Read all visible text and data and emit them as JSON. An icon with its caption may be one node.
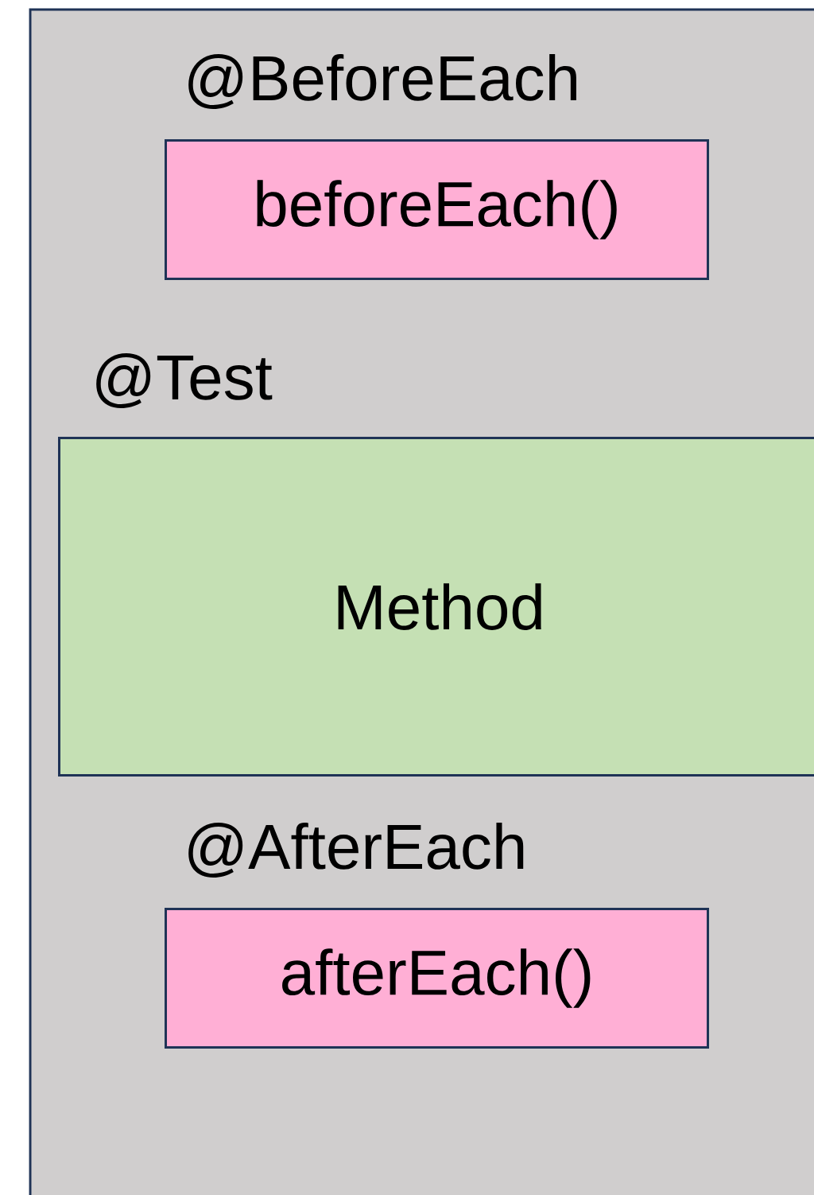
{
  "diagram": {
    "nodes": [
      {
        "text": [],
        "shape": "box"
      },
      {
        "text": [
          "@BeforeEach",
          "beforeEach()"
        ],
        "in": 0
      },
      {
        "text": [
          "@Test",
          "Method"
        ],
        "in": 0
      },
      {
        "text": [
          "@AfterEach",
          "afterEach()"
        ],
        "in": 0
      }
    ]
  }
}
